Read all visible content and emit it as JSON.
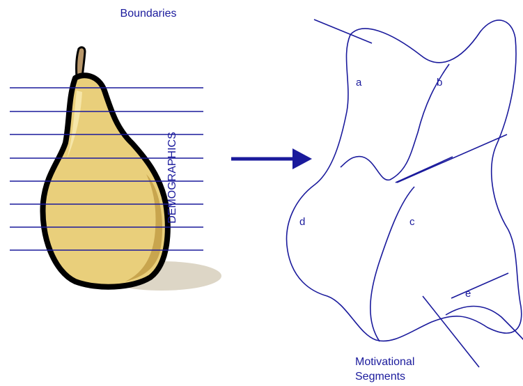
{
  "title": "Boundaries",
  "pear_label": "DEMOGRAPHICS",
  "target_label_line1": "Motivational",
  "target_label_line2": "Segments",
  "segments": [
    "a",
    "b",
    "c",
    "d",
    "e"
  ],
  "colors": {
    "ink": "#1a1a9c",
    "pear_fill": "#e9cf7b",
    "pear_shade": "#c8a54e",
    "pear_outline": "#000000",
    "stem": "#b8976a",
    "shadow": "#ddd6c6"
  }
}
